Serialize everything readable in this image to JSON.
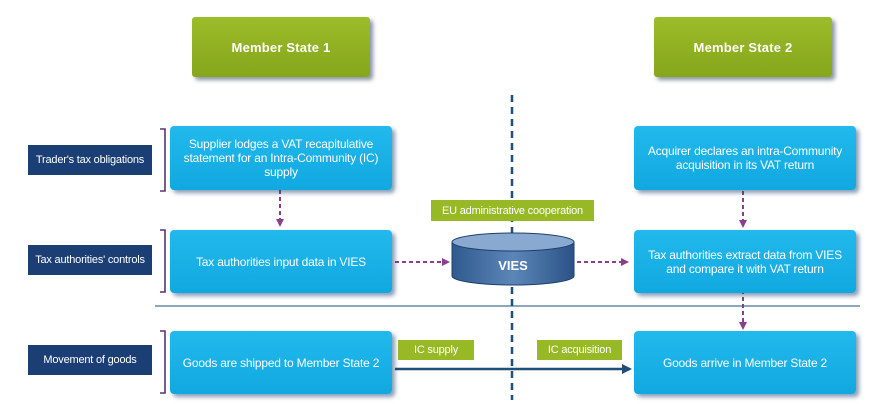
{
  "headers": {
    "member_state_1": "Member State 1",
    "member_state_2": "Member State 2"
  },
  "row_labels": {
    "traders_tax_obligations": "Trader's tax obligations",
    "tax_authorities_controls": "Tax authorities' controls",
    "movement_of_goods": "Movement of goods"
  },
  "boxes": {
    "supplier_statement": "Supplier lodges a VAT recapitulative statement for an Intra-Community (IC) supply",
    "acquirer_declares": "Acquirer declares an intra-Community acquisition in its VAT return",
    "input_vies": "Tax authorities input  data in VIES",
    "extract_vies": "Tax authorities extract data from VIES and compare it with VAT return",
    "goods_shipped": "Goods are shipped to Member State 2",
    "goods_arrive": "Goods arrive in Member State 2"
  },
  "labels": {
    "eu_cooperation": "EU administrative cooperation",
    "ic_supply": "IC supply",
    "ic_acquisition": "IC acquisition"
  },
  "database": {
    "name": "VIES"
  },
  "colors": {
    "header_green": "#9cbc2a",
    "box_cyan": "#17ade4",
    "label_navy": "#1b3e74",
    "arrow_purple": "#8a3f8e",
    "divider_navy": "#1d4f7a"
  }
}
